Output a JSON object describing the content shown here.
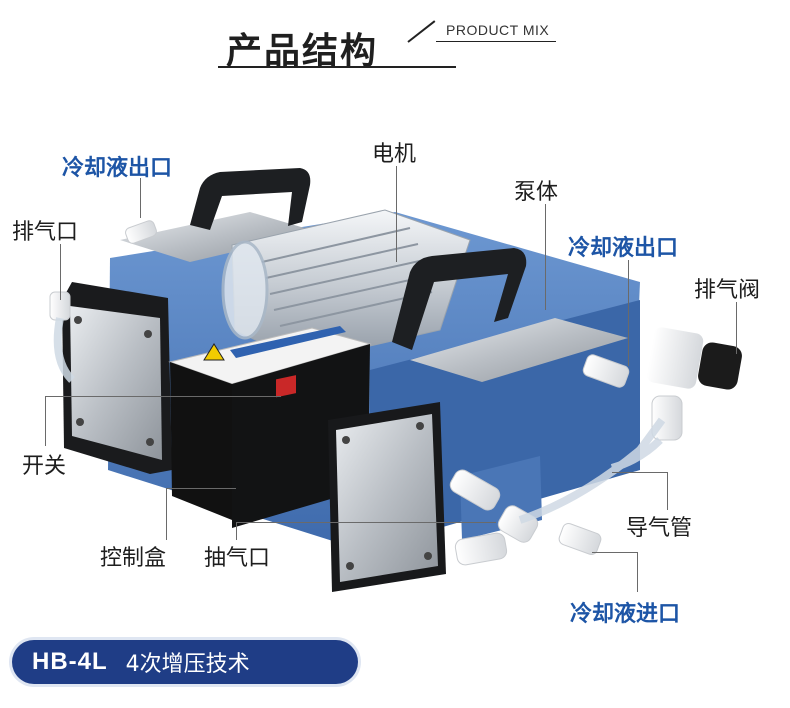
{
  "header": {
    "title": "产品结构",
    "subtitle": "PRODUCT MIX"
  },
  "labels": {
    "coolant_outlet_left": "冷却液出口",
    "exhaust_port": "排气口",
    "motor": "电机",
    "pump_body": "泵体",
    "coolant_outlet_right": "冷却液出口",
    "exhaust_valve": "排气阀",
    "switch": "开关",
    "air_tube": "导气管",
    "control_box": "控制盒",
    "suction_port": "抽气口",
    "coolant_inlet": "冷却液进口"
  },
  "badge": {
    "model": "HB-4L",
    "feature": "4次增压技术"
  },
  "colors": {
    "accent_blue": "#1d55a6",
    "badge_bg": "#1f3d86",
    "pump_blue": "#4f7fc0"
  }
}
